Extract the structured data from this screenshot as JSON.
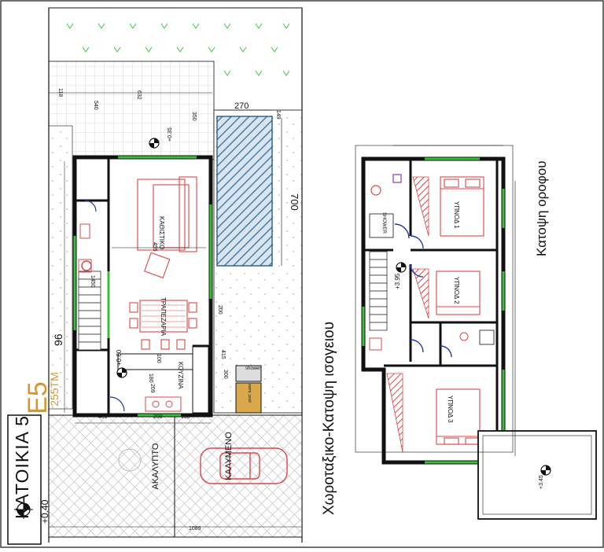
{
  "plan": {
    "house_title": "ΚΑΤΟΙΚΙΑ 5",
    "level": "+0.40",
    "unit_code": "E5",
    "unit_area": "255TM",
    "ground_floor_caption": "Χωροταξικο-Κατοψη ισογειου",
    "upper_floor_caption": "Κατοψη οροφου",
    "uncovered_parking": "ΑΚΑΛΥΠΤΟ",
    "covered_parking": "ΚΑΛΥΜΕΝΟ"
  },
  "ground_floor": {
    "living_label": "ΚΑΘΙΣΤΙΚΟ",
    "dining_label": "ΤΡΑΠΕΖΑΡΙΑ",
    "kitchen_label": "ΚΟΥΖΙΝΑ",
    "level_mark": "+0.60",
    "dimensions": [
      "540",
      "632",
      "118",
      "350",
      "270",
      "149",
      "700",
      "455",
      "415",
      "200",
      "300",
      "180",
      "100",
      "209",
      "400",
      "150",
      "200",
      "1089",
      "1450"
    ],
    "shower_label": "shower",
    "pool_label": "swim. pool",
    "stair_label": "96",
    "yard_level": "+0.35"
  },
  "upper_floor": {
    "bedroom1": "ΥΠΝΟΔ 1",
    "bedroom2": "ΥΠΝΟΔ 2",
    "bedroom3": "ΥΠΝΟΔ 3",
    "shower": "SHOWER",
    "level_mark": "+3.95",
    "roof_level": "+3.45"
  },
  "colors": {
    "wall": "#111111",
    "grass": "#3bbf3b",
    "pool": "#4a7fa8",
    "furniture": "#d8484b",
    "accent_text": "#d9962c",
    "door": "#2233aa"
  },
  "icons": [
    "north-arrow-icon",
    "level-marker-icon",
    "car-icon"
  ]
}
